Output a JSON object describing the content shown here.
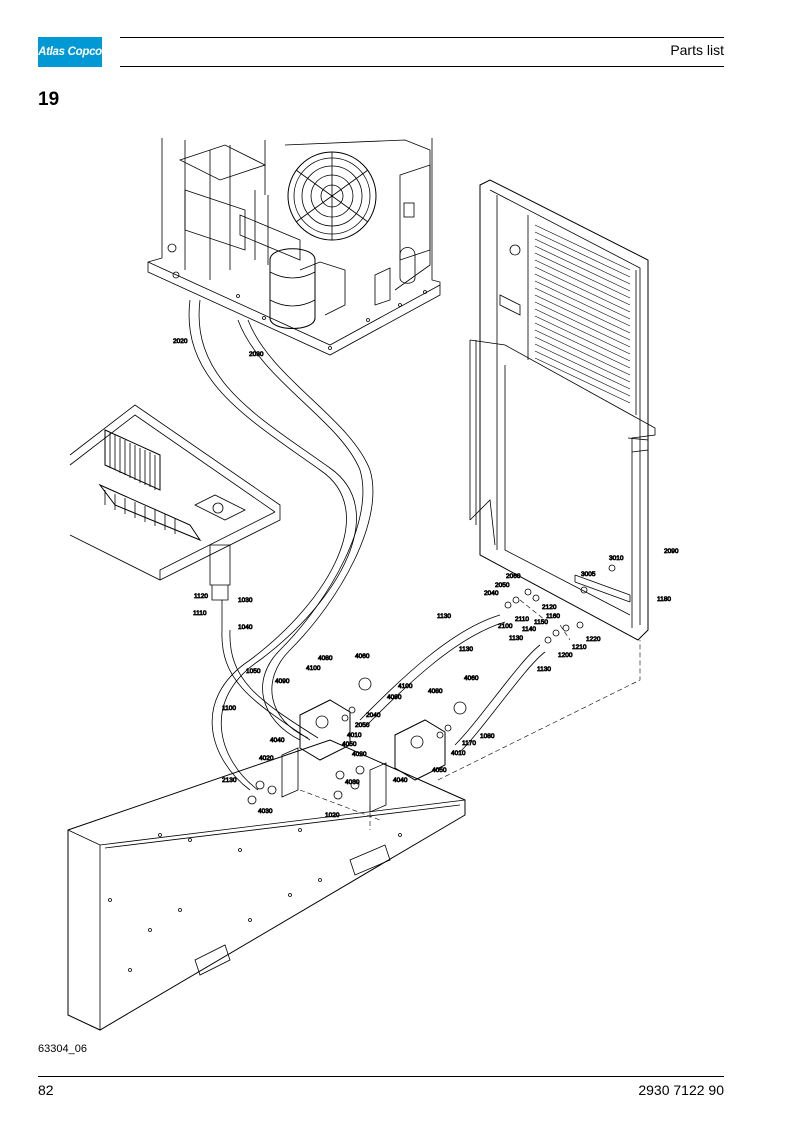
{
  "header": {
    "logo_text": "Atlas Copco",
    "title": "Parts list",
    "brand_color": "#0099d6"
  },
  "section_number": "19",
  "figure": {
    "ref": "63304_06",
    "labels": [
      "2020",
      "2030",
      "1120",
      "1030",
      "1110",
      "1040",
      "1050",
      "1100",
      "2130",
      "4020",
      "4030",
      "4040",
      "1020",
      "4080",
      "4100",
      "4060",
      "4090",
      "2040",
      "2050",
      "4010",
      "4050",
      "1080",
      "1170",
      "1130",
      "2060",
      "2110",
      "2120",
      "2100",
      "1150",
      "1140",
      "1160",
      "1210",
      "1200",
      "1220",
      "3005",
      "3010",
      "2090",
      "1180"
    ]
  },
  "footer": {
    "page_number": "82",
    "doc_number": "2930 7122 90"
  }
}
